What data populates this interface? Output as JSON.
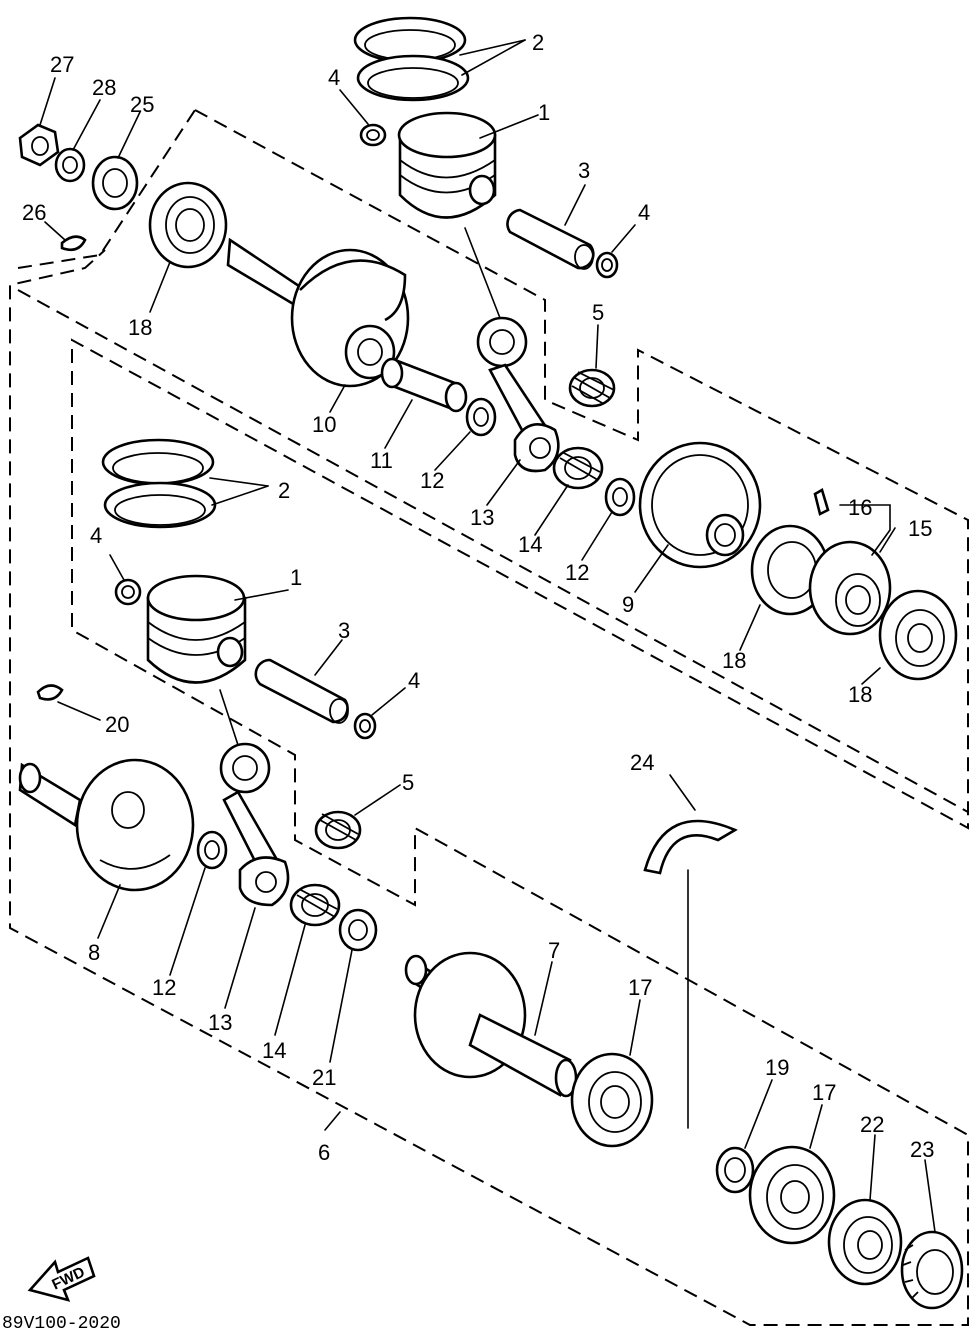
{
  "diagram": {
    "reference_code": "89V100-2020",
    "fwd_label": "FWD",
    "callouts": [
      "1",
      "2",
      "3",
      "4",
      "5",
      "6",
      "7",
      "8",
      "9",
      "10",
      "11",
      "12",
      "13",
      "14",
      "15",
      "16",
      "17",
      "18",
      "19",
      "20",
      "21",
      "22",
      "23",
      "24",
      "25",
      "26",
      "27",
      "28"
    ]
  }
}
